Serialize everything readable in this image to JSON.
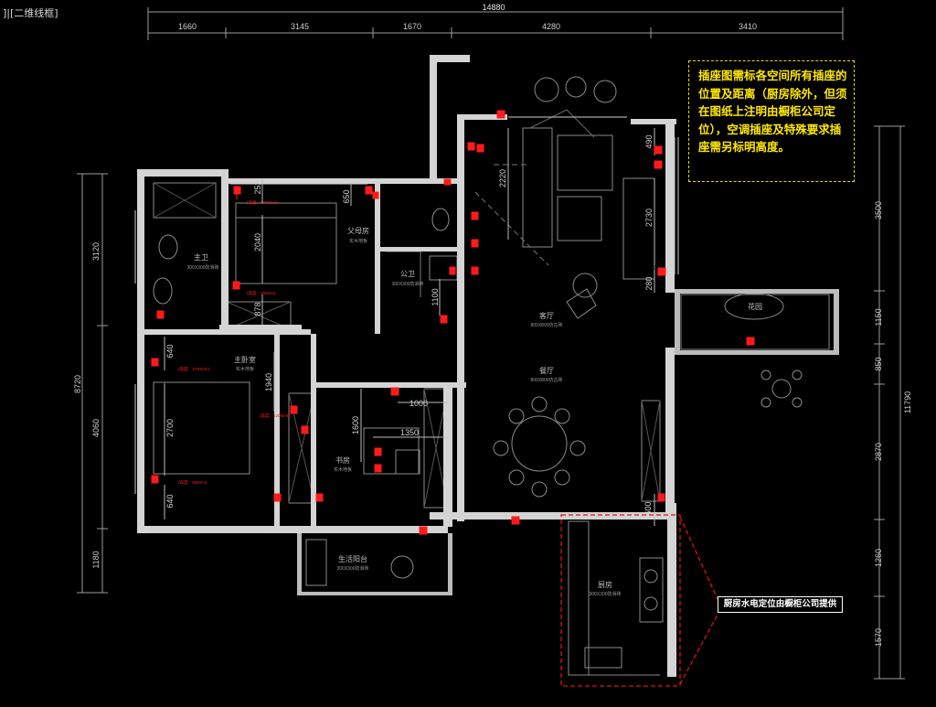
{
  "viewport_label": "]|[二维线框]",
  "note": "插座图需标各空间所有插座的位置及距离（厨房除外，但须在图纸上注明由橱柜公司定位），空调插座及特殊要求插座需另标明高度。",
  "kitchen_note": "厨房水电定位由橱柜公司提供",
  "top_dims": {
    "total": "14880",
    "d1": "1660",
    "d2": "3145",
    "d3": "1670",
    "d4": "4280",
    "d5": "3410"
  },
  "left_dims": {
    "total": "8720",
    "d1": "3120",
    "d2": "4060",
    "d3": "1180"
  },
  "right_dims": {
    "total": "11790",
    "d1": "3500",
    "d2": "1150",
    "d3": "850",
    "d4": "2870",
    "d5": "1260",
    "d6": "1570"
  },
  "inner_dims": {
    "a252": "252",
    "a650": "650",
    "a2040": "2040",
    "a878": "878",
    "a1100": "1100",
    "a2220": "2220",
    "a490": "490",
    "a2730": "2730",
    "a280": "280",
    "a640a": "640",
    "a1940": "1940",
    "a2700": "2700",
    "a640b": "640",
    "a1000": "1000",
    "a1600": "1600",
    "a1350": "1350",
    "a600": "600"
  },
  "rooms": {
    "master_bath": {
      "name": "主卫",
      "sub": "300X300防滑砖"
    },
    "parents_room": {
      "name": "父母房",
      "sub": "实木地板"
    },
    "public_bath": {
      "name": "公卫",
      "sub": "300X300防滑砖"
    },
    "living": {
      "name": "客厅",
      "sub": "800X800仿古砖"
    },
    "dining": {
      "name": "餐厅",
      "sub": "800X800仿古砖"
    },
    "master_bed": {
      "name": "主卧室",
      "sub": "实木地板"
    },
    "study": {
      "name": "书房",
      "sub": "实木地板"
    },
    "balcony": {
      "name": "生活阳台",
      "sub": "300X300防滑砖"
    },
    "kitchen": {
      "name": "厨房",
      "sub": "300X300防滑砖"
    },
    "garden": {
      "name": "花园",
      "sub": ""
    }
  },
  "socket_tags": {
    "t1": "(高度：1700mm)",
    "t2": "(高度：350mm)",
    "t3": "(高度：1700mm)",
    "t4": "(高度：350mm)",
    "t5": "(高度：1200mm)"
  },
  "colors": {
    "wall": "#d8d8d8",
    "line": "#9a9a9a",
    "socket": "#ff1a1a",
    "note": "#ffe800",
    "background": "#000000"
  }
}
